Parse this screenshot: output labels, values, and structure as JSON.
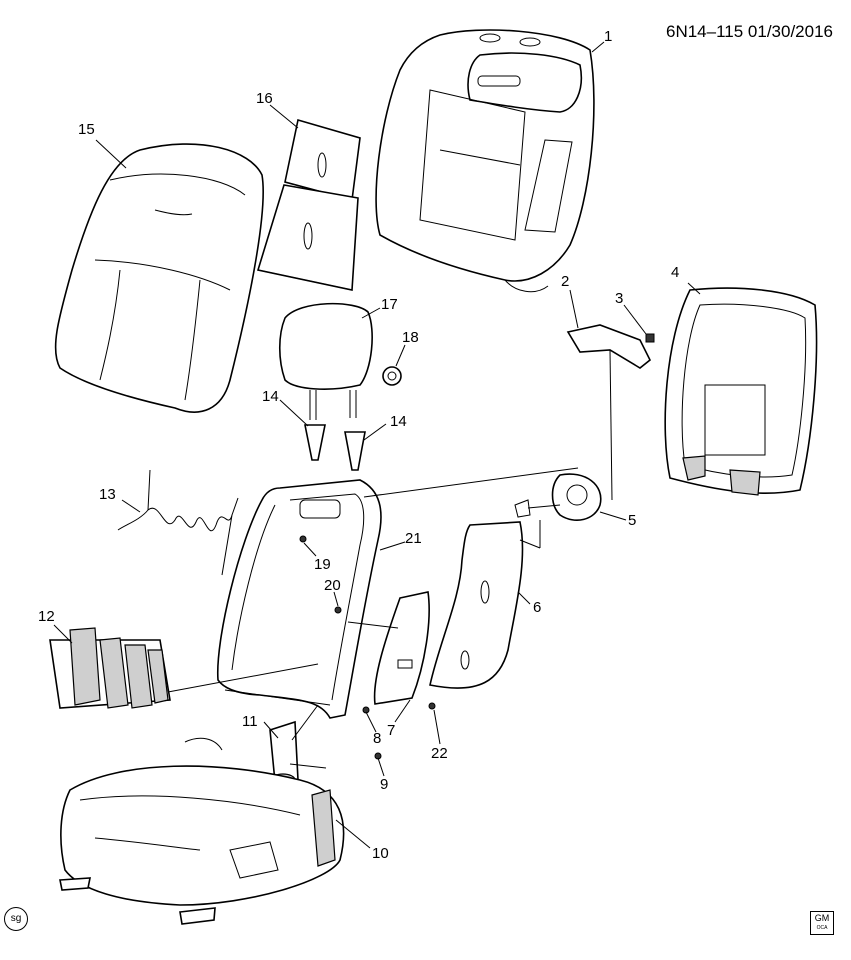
{
  "header": {
    "code": "6N14–115  01/30/2016"
  },
  "callouts": [
    "1",
    "2",
    "3",
    "4",
    "5",
    "6",
    "7",
    "8",
    "9",
    "10",
    "11",
    "12",
    "13",
    "14",
    "14",
    "15",
    "16",
    "17",
    "18",
    "19",
    "20",
    "21",
    "22"
  ],
  "badges": {
    "sg": "sg",
    "gm": "GM",
    "gm_sub": "OCA"
  },
  "icons": {
    "sg": "sg-circle-icon",
    "gm": "gm-logo-icon"
  }
}
